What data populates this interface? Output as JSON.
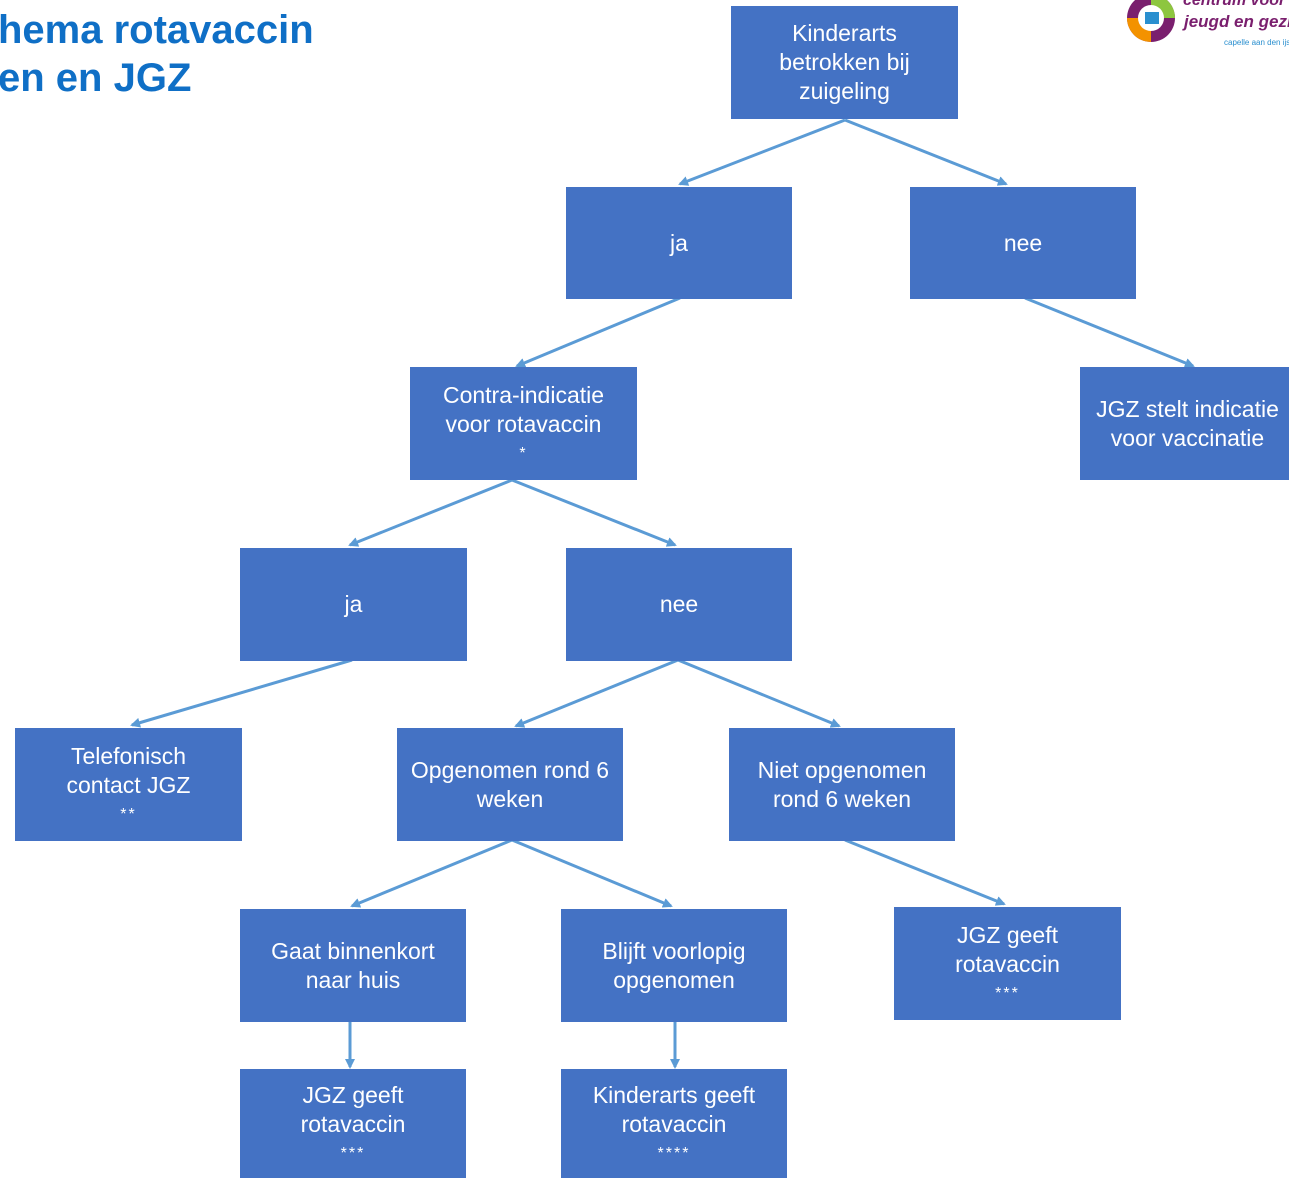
{
  "title": {
    "line1": "hema rotavaccin",
    "line2": "en en JGZ"
  },
  "logo": {
    "line1": "centrum voor",
    "line2": "jeugd en gezin",
    "line3": "capelle aan den ijssel",
    "colors": {
      "purple": "#7a1f6e",
      "blue": "#2a8fcf",
      "green": "#8dc63f",
      "orange": "#f39200"
    }
  },
  "nodes": {
    "root": {
      "label": "Kinderarts betrokken bij zuigeling"
    },
    "ja1": {
      "label": "ja"
    },
    "nee1": {
      "label": "nee"
    },
    "contra": {
      "label": "Contra-indicatie voor rotavaccin",
      "note": "*"
    },
    "jgz_indicatie": {
      "label": "JGZ stelt indicatie voor vaccinatie"
    },
    "ja2": {
      "label": "ja"
    },
    "nee2": {
      "label": "nee"
    },
    "telefonisch": {
      "label": "Telefonisch contact JGZ",
      "note": "**"
    },
    "opgenomen": {
      "label": "Opgenomen rond 6 weken"
    },
    "niet_opgenomen": {
      "label": "Niet opgenomen rond 6 weken"
    },
    "gaat_naar_huis": {
      "label": "Gaat binnenkort naar huis"
    },
    "blijft": {
      "label": "Blijft voorlopig opgenomen"
    },
    "jgz_geeft_1": {
      "label": "JGZ geeft rotavaccin",
      "note": "***"
    },
    "jgz_geeft_2": {
      "label": "JGZ geeft rotavaccin",
      "note": "***"
    },
    "kinderarts_geeft": {
      "label": "Kinderarts geeft rotavaccin",
      "note": "****"
    }
  },
  "colors": {
    "box": "#4472c4",
    "arrow": "#5b9bd5",
    "title": "#0f6fc6"
  }
}
